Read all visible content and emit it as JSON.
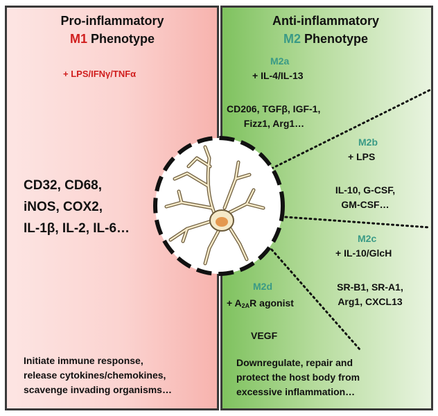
{
  "m1": {
    "title_line1": "Pro-inflammatory",
    "title_prefix": "M1",
    "title_suffix": " Phenotype",
    "stimulus": "+ LPS/IFNγ/TNFα",
    "markers": [
      "CD32, CD68,",
      "iNOS, COX2,",
      "IL-1β, IL-2, IL-6…"
    ],
    "functions": [
      "Initiate immune response,",
      "release cytokines/chemokines,",
      "scavenge invading organisms…"
    ]
  },
  "m2": {
    "title_line1": "Anti-inflammatory",
    "title_prefix": "M2",
    "title_suffix": " Phenotype",
    "m2a": {
      "label": "M2a",
      "stimulus": "+ IL-4/IL-13",
      "markers": [
        "CD206, TGFβ, IGF-1,",
        "Fizz1, Arg1…"
      ]
    },
    "m2b": {
      "label": "M2b",
      "stimulus": "+ LPS",
      "markers": [
        "IL-10, G-CSF,",
        "GM-CSF…"
      ]
    },
    "m2c": {
      "label": "M2c",
      "stimulus": "+ IL-10/GlcH",
      "markers": [
        "SR-B1, SR-A1,",
        "Arg1, CXCL13"
      ]
    },
    "m2d": {
      "label": "M2d",
      "stimulus_prefix": "+ A",
      "stimulus_sub": "2A",
      "stimulus_suffix": "R agonist",
      "marker": "VEGF"
    },
    "functions": [
      "Downregulate, repair and",
      "protect the host body from",
      "excessive inflammation…"
    ]
  },
  "colors": {
    "m1_accent": "#d01e1e",
    "m2_accent": "#3a9a86",
    "m1_panel": "#f7b3ae",
    "m2_panel": "#7fc25f",
    "cell_fill": "#f5e9c8",
    "cell_outline": "#6b5a3a",
    "nucleus": "#e08a3a"
  }
}
